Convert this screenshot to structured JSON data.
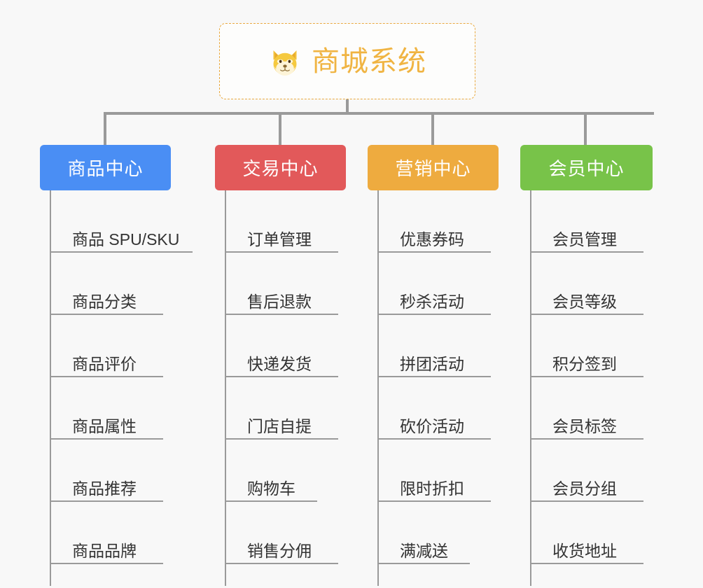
{
  "background_color": "#f8f8f8",
  "root": {
    "title": "商城系统",
    "icon": "dog-face-emoji",
    "border_color": "#e9a93f",
    "title_color": "#f0b442"
  },
  "connector_color": "#9a9a9a",
  "columns": [
    {
      "title": "商品中心",
      "color": "#4a8ef4",
      "items": [
        "商品 SPU/SKU",
        "商品分类",
        "商品评价",
        "商品属性",
        "商品推荐",
        "商品品牌"
      ]
    },
    {
      "title": "交易中心",
      "color": "#e2595a",
      "items": [
        "订单管理",
        "售后退款",
        "快递发货",
        "门店自提",
        "购物车",
        "销售分佣"
      ]
    },
    {
      "title": "营销中心",
      "color": "#eeab3f",
      "items": [
        "优惠券码",
        "秒杀活动",
        "拼团活动",
        "砍价活动",
        "限时折扣",
        "满减送"
      ]
    },
    {
      "title": "会员中心",
      "color": "#78c349",
      "items": [
        "会员管理",
        "会员等级",
        "积分签到",
        "会员标签",
        "会员分组",
        "收货地址"
      ]
    }
  ]
}
